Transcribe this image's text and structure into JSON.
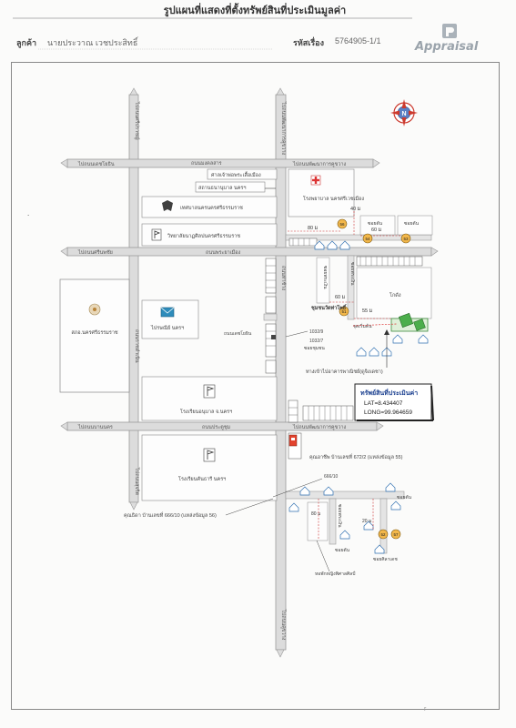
{
  "header": {
    "title": "รูปแผนที่แสดงที่ตั้งทรัพย์สินที่ประเมินมูลค่า",
    "customer_label": "ลูกค้า",
    "customer_value": "นายประวาณ เวชประสิทธิ์",
    "ref_label": "รหัสเรื่อง",
    "ref_value": "5764905-1/1",
    "logo_text": "Appraisal"
  },
  "map": {
    "compass_letter": "N",
    "roads": {
      "top_left": "ไปถนนเดชโยธิน",
      "top_mid": "ถนนมงคลสาร",
      "top_right": "ไปถนนพัฒนาการคูขวาง",
      "mid_left": "ไปถนนศรีนพชัย",
      "mid_mid": "ถนนพระยาเมือง",
      "bottom_left": "ไปถนนบานนคร",
      "bottom_mid": "ถนนประตูชุม",
      "bottom_right": "ไปถนนพัฒนาการคูขวาง",
      "vert_left_top": "ไปถนนศรีปราชญ์",
      "vert_left_mid": "ถนนราชดำเนิน",
      "vert_left_bottom": "ไปถนนสุจริต",
      "vert_right_top": "ไปถนนพัฒนาการคูขวาง",
      "vert_right_mid": "ถนนท่าช้าง",
      "vert_right_bottom": "ไปถนนคูขวาง"
    },
    "places": {
      "shrine": "ศาลเจ้าพ่อพระเสื้อเมือง",
      "prison": "สถานธนานุบาล นครฯ",
      "city_hall": "เทศบาลนครนครศรีธรรมราช",
      "college": "วิทยาลัยนาฏศิลปนครศรีธรรมราช",
      "hospital": "โรงพยาบาล นครศรีเวชเมือง",
      "district_office": "สภอ.นครศรีธรรมราช",
      "post_office": "ไปรษณีย์ นครฯ",
      "kindergarten": "โรงเรียนอนุบาล จ.นครฯ",
      "catholic_school": "โรงเรียนคันธารี นครฯ",
      "warehouse": "โกดัง",
      "alley_1": "ซอยพระเงิน",
      "soi_label": "ซอยพระเงิน",
      "temple_alley": "ชุมชนวัดท่าโพธิ์",
      "point_start": "จุดเริ่มต้น",
      "house_1032_9": "1032/9",
      "house_1032_7": "1032/7",
      "soi_note": "ซอยชุมชน",
      "path_note": "ทางเข้าไปอาคารพาณิชย์(ดูจิงเดชา)",
      "shop_672_2": "คุณอาชีพ บ้านเลขที่ 672/2 (แหล่งข้อมูล 55)",
      "shop_666_10": "คุณธิดา บ้านเลขที่ 666/10 (แหล่งข้อมูล 56)",
      "house_666_10_tag": "666/10",
      "dead_end_1": "ซอยตัน",
      "dead_end_2": "ซอยตัน",
      "dead_end_3": "ซอยตัน",
      "dead_end_4": "ซอยตัน",
      "shop_street": "ซอยพระเงิน",
      "condo_label": "หอพักหญิงพิศาลศิลป์",
      "roadside": "ถนนเดชโยธิน",
      "petrol": "ซอยศิลาเดช"
    },
    "distances": {
      "d40": "40 ม",
      "d80": "80 ม",
      "d60a": "60 ม",
      "d60b": "60 ม",
      "d55": "55 ม",
      "d80b": "80 ม",
      "d20": "20 ม"
    },
    "markers": [
      "56",
      "54",
      "53",
      "51",
      "52",
      "57"
    ],
    "callout": {
      "title": "ทรัพย์สินที่ประเมินค่า",
      "lat": "LAT=8.434407",
      "long": "LONG=99.964659"
    }
  },
  "footer": {
    "mark": "r"
  }
}
